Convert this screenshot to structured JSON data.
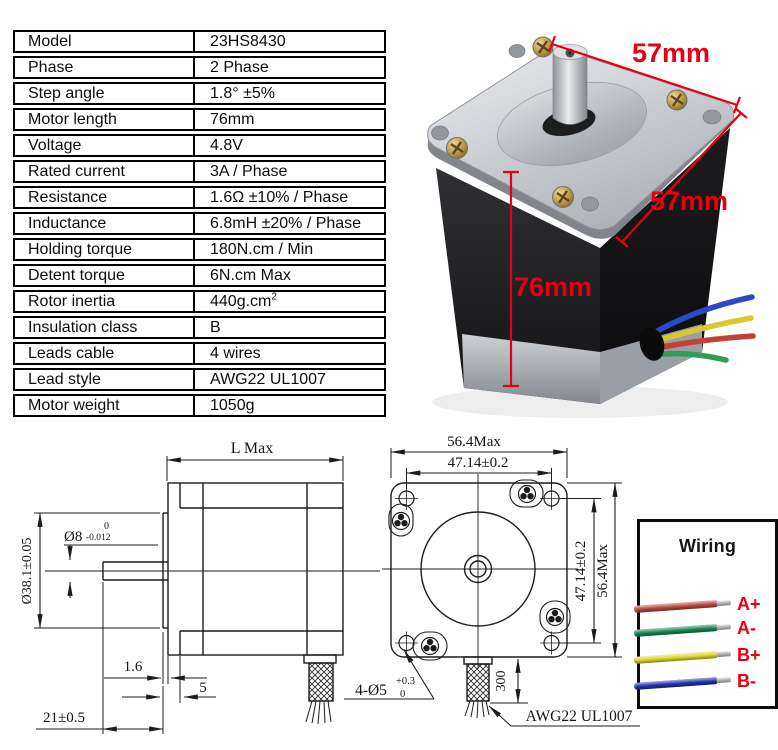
{
  "spec_table": {
    "rows": [
      {
        "label": "Model",
        "value": "23HS8430"
      },
      {
        "label": "Phase",
        "value": "2 Phase"
      },
      {
        "label": "Step angle",
        "value": "1.8°  ±5%"
      },
      {
        "label": "Motor length",
        "value": "76mm"
      },
      {
        "label": "Voltage",
        "value": "4.8V"
      },
      {
        "label": "Rated current",
        "value": "3A / Phase"
      },
      {
        "label": "Resistance",
        "value": "1.6Ω ±10% / Phase"
      },
      {
        "label": "Inductance",
        "value": "6.8mH ±20% / Phase"
      },
      {
        "label": "Holding torque",
        "value": "180N.cm / Min"
      },
      {
        "label": "Detent torque",
        "value": "6N.cm Max"
      },
      {
        "label": "Rotor inertia",
        "value": "440g.cm",
        "sup": "2"
      },
      {
        "label": "Insulation class",
        "value": "B"
      },
      {
        "label": "Leads cable",
        "value": "4 wires"
      },
      {
        "label": "Lead style",
        "value": "AWG22 UL1007"
      },
      {
        "label": "Motor weight",
        "value": "1050g"
      }
    ]
  },
  "photo": {
    "accent_color": "#e60012",
    "dims": {
      "top_width": "57mm",
      "side_width": "57mm",
      "body_length": "76mm"
    }
  },
  "drawing": {
    "side_view": {
      "l_max": "L Max",
      "shaft_dia": "Ø8",
      "shaft_tol_upper": "0",
      "shaft_tol_lower": "-0.012",
      "boss_dia": "Ø38.1±0.05",
      "pilot_depth": "1.6",
      "flange_thickness": "5",
      "shaft_length": "21±0.5"
    },
    "front_view": {
      "width_max": "56.4Max",
      "hole_spacing_h": "47.14±0.2",
      "hole_spacing_v": "47.14±0.2",
      "height_max": "56.4Max",
      "lead_length": "300",
      "holes_count": "4-Ø5",
      "holes_tol_upper": "+0.3",
      "holes_tol_lower": "0",
      "lead_spec": "AWG22 UL1007"
    }
  },
  "wiring": {
    "title": "Wiring",
    "label_color": "#e60012",
    "wires": [
      {
        "label": "A+",
        "color_name": "red",
        "color": "#bf4a3c"
      },
      {
        "label": "A-",
        "color_name": "green",
        "color": "#1a8a58"
      },
      {
        "label": "B+",
        "color_name": "yellow",
        "color": "#e3d72f"
      },
      {
        "label": "B-",
        "color_name": "blue",
        "color": "#1f35b0"
      }
    ]
  }
}
